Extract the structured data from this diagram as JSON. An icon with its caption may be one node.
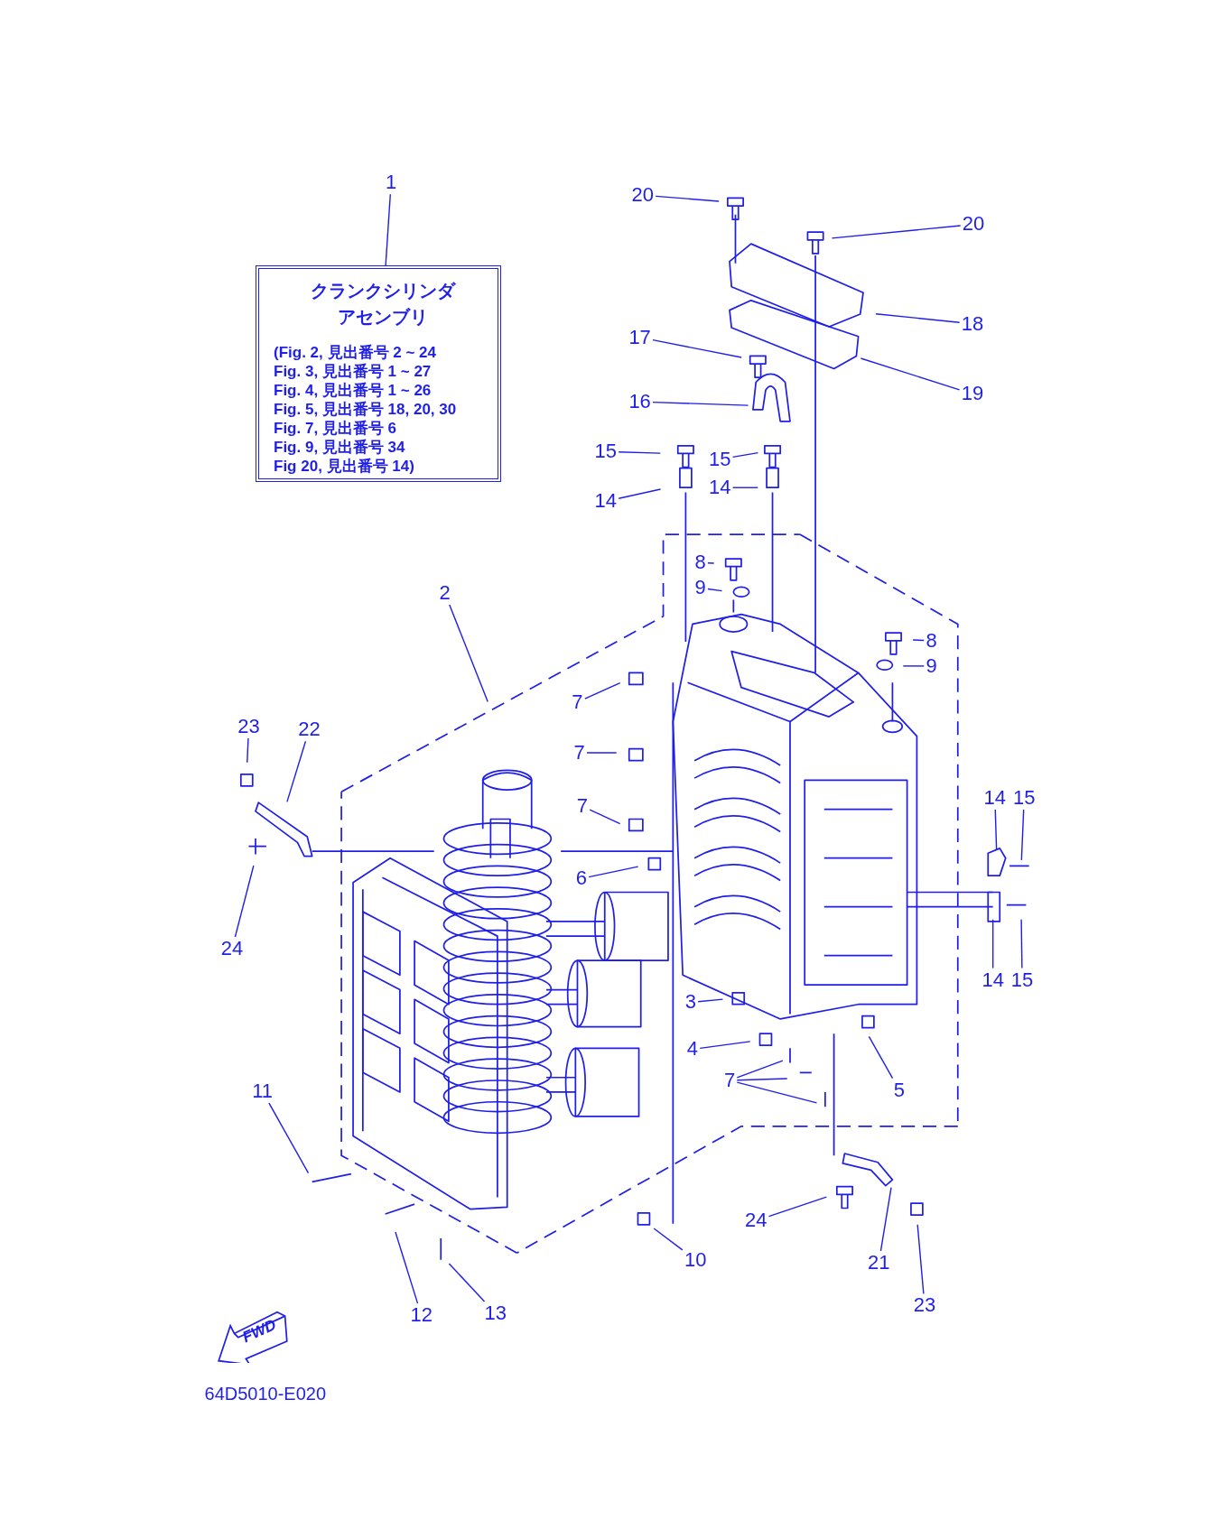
{
  "diagram": {
    "nodes": [
      {
        "text": [
          "1"
        ]
      },
      {
        "text": [
          "クランクシリンダアセンブリ",
          "(Fig. 2, 見出番号 2 ~ 24",
          "Fig. 3, 見出番号 1 ~ 27",
          "Fig. 4, 見出番号 1 ~ 26",
          "Fig. 5, 見出番号 18, 20, 30",
          "Fig. 7, 見出番号 6",
          "Fig. 9, 見出番号 34",
          "Fig 20, 見出番号 14)"
        ]
      },
      {
        "text": [
          "20"
        ]
      },
      {
        "text": [
          "20"
        ]
      },
      {
        "text": [
          "18"
        ]
      },
      {
        "text": [
          "19"
        ]
      },
      {
        "text": [
          "17"
        ]
      },
      {
        "text": [
          "16"
        ]
      },
      {
        "text": [
          "15"
        ]
      },
      {
        "text": [
          "15"
        ]
      },
      {
        "text": [
          "14"
        ]
      },
      {
        "text": [
          "14"
        ]
      },
      {
        "text": [
          "8"
        ]
      },
      {
        "text": [
          "9"
        ]
      },
      {
        "text": [
          "8"
        ]
      },
      {
        "text": [
          "9"
        ]
      },
      {
        "text": [
          "2"
        ]
      },
      {
        "text": [
          "7"
        ]
      },
      {
        "text": [
          "7"
        ]
      },
      {
        "text": [
          "7"
        ]
      },
      {
        "text": [
          "23"
        ]
      },
      {
        "text": [
          "22"
        ]
      },
      {
        "text": [
          "24"
        ]
      },
      {
        "text": [
          "6"
        ]
      },
      {
        "text": [
          "14"
        ]
      },
      {
        "text": [
          "15"
        ]
      },
      {
        "text": [
          "14"
        ]
      },
      {
        "text": [
          "15"
        ]
      },
      {
        "text": [
          "3"
        ]
      },
      {
        "text": [
          "4"
        ]
      },
      {
        "text": [
          "5"
        ]
      },
      {
        "text": [
          "7"
        ]
      },
      {
        "text": [
          "11"
        ]
      },
      {
        "text": [
          "12"
        ]
      },
      {
        "text": [
          "13"
        ]
      },
      {
        "text": [
          "10"
        ]
      },
      {
        "text": [
          "24"
        ]
      },
      {
        "text": [
          "21"
        ]
      },
      {
        "text": [
          "23"
        ]
      }
    ],
    "edges": [
      {
        "from": 0,
        "to": 1,
        "arrow": "none"
      },
      {
        "from": 2,
        "to": null,
        "arrow": "none"
      },
      {
        "from": 3,
        "to": null,
        "arrow": "none"
      },
      {
        "from": 4,
        "to": null,
        "arrow": "none"
      },
      {
        "from": 5,
        "to": null,
        "arrow": "none"
      },
      {
        "from": 6,
        "to": null,
        "arrow": "none"
      },
      {
        "from": 7,
        "to": null,
        "arrow": "none"
      },
      {
        "from": 8,
        "to": null,
        "arrow": "none"
      },
      {
        "from": 9,
        "to": null,
        "arrow": "none"
      },
      {
        "from": 10,
        "to": null,
        "arrow": "none"
      },
      {
        "from": 11,
        "to": null,
        "arrow": "none"
      },
      {
        "from": 12,
        "to": null,
        "arrow": "none"
      },
      {
        "from": 13,
        "to": null,
        "arrow": "none"
      },
      {
        "from": 14,
        "to": null,
        "arrow": "none"
      },
      {
        "from": 15,
        "to": null,
        "arrow": "none"
      },
      {
        "from": 16,
        "to": null,
        "arrow": "none"
      },
      {
        "from": 17,
        "to": null,
        "arrow": "none"
      },
      {
        "from": 18,
        "to": null,
        "arrow": "none"
      },
      {
        "from": 19,
        "to": null,
        "arrow": "none"
      },
      {
        "from": 20,
        "to": null,
        "arrow": "none"
      },
      {
        "from": 21,
        "to": null,
        "arrow": "none"
      },
      {
        "from": 22,
        "to": null,
        "arrow": "none"
      },
      {
        "from": 23,
        "to": null,
        "arrow": "none"
      },
      {
        "from": 24,
        "to": null,
        "arrow": "none"
      },
      {
        "from": 25,
        "to": null,
        "arrow": "none"
      },
      {
        "from": 26,
        "to": null,
        "arrow": "none"
      },
      {
        "from": 27,
        "to": null,
        "arrow": "none"
      },
      {
        "from": 28,
        "to": null,
        "arrow": "none"
      },
      {
        "from": 29,
        "to": null,
        "arrow": "none"
      },
      {
        "from": 30,
        "to": null,
        "arrow": "none"
      },
      {
        "from": 31,
        "to": null,
        "arrow": "none"
      },
      {
        "from": 31,
        "to": null,
        "arrow": "none"
      },
      {
        "from": 31,
        "to": null,
        "arrow": "none"
      },
      {
        "from": 32,
        "to": null,
        "arrow": "none"
      },
      {
        "from": 33,
        "to": null,
        "arrow": "none"
      },
      {
        "from": 34,
        "to": null,
        "arrow": "none"
      },
      {
        "from": 35,
        "to": null,
        "arrow": "none"
      },
      {
        "from": 36,
        "to": null,
        "arrow": "none"
      },
      {
        "from": 37,
        "to": null,
        "arrow": "none"
      },
      {
        "from": 38,
        "to": null,
        "arrow": "none"
      }
    ],
    "labels": [
      "FWD",
      "64D5010-E020"
    ]
  }
}
